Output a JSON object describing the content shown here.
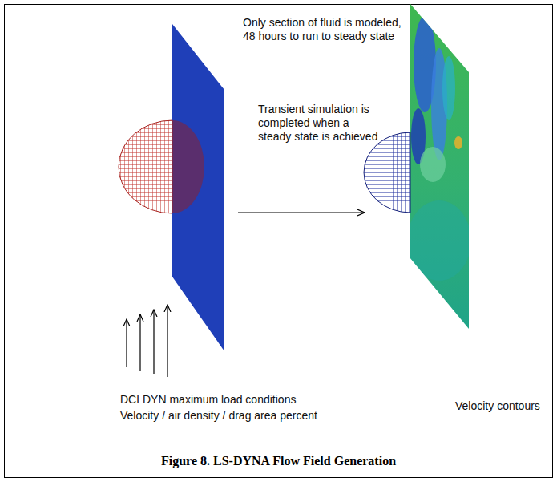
{
  "diagram": {
    "caption": "Figure 8. LS-DYNA Flow Field Generation",
    "labels": [
      "Only section of fluid is modeled, 48 hours to run to steady state",
      "Transient simulation is completed when a steady state is achieved",
      "DCLDYN maximum load conditions",
      "Velocity / air density / drag area percent",
      "Velocity contours"
    ]
  }
}
